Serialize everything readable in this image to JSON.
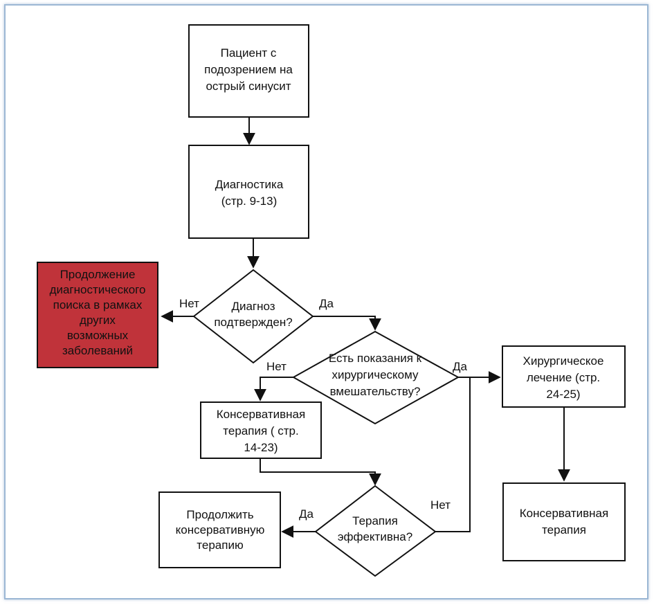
{
  "colors": {
    "frame_border": "#9bb7d4",
    "highlight_box": "#c0333a",
    "stroke": "#111111"
  },
  "nodes": {
    "start": [
      "Пациент с",
      "подозрением на",
      "острый синусит"
    ],
    "diagnostics": [
      "Диагностика",
      "(стр. 9-13)"
    ],
    "decision_diagnosis": [
      "Диагноз",
      "подтвержден?"
    ],
    "continue_search": [
      "Продолжение",
      "диагностического",
      "поиска в рамках",
      "других",
      "возможных",
      "заболеваний"
    ],
    "decision_surgery": [
      "Есть показания к",
      "хирургическому",
      "вмешательству?"
    ],
    "surgical_treatment": [
      "Хирургическое",
      "лечение (стр.",
      "24-25)"
    ],
    "conservative_therapy": [
      "Консервативная",
      "терапия ( стр.",
      "14-23)"
    ],
    "conservative_therapy_final": [
      "Консервативная",
      "терапия"
    ],
    "decision_effective": [
      "Терапия",
      "эффективна?"
    ],
    "continue_conservative": [
      "Продолжить",
      "консервативную",
      "терапию"
    ]
  },
  "edges": {
    "diagnosis_no": "Нет",
    "diagnosis_yes": "Да",
    "surgery_no": "Нет",
    "surgery_yes": "Да",
    "effective_yes": "Да",
    "effective_no": "Нет"
  }
}
